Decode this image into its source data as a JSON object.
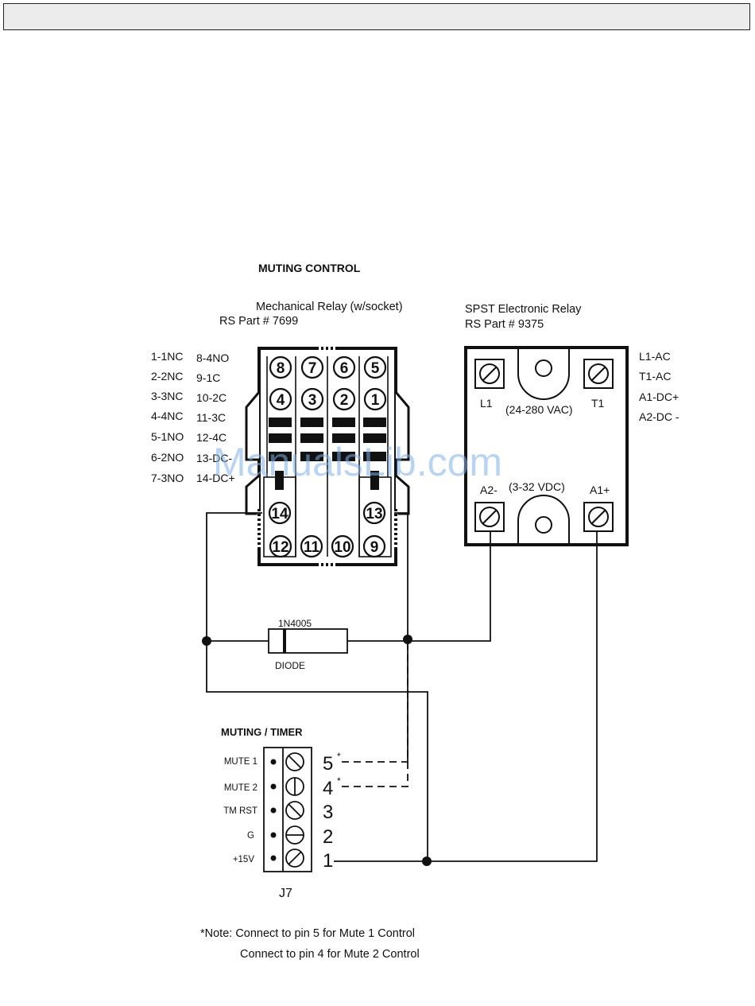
{
  "header": {
    "title": ""
  },
  "diagram": {
    "title": "MUTING CONTROL",
    "mech_relay": {
      "name": "Mechanical Relay (w/socket)",
      "part": "RS Part # 7699",
      "top_pins": [
        "8",
        "7",
        "6",
        "5"
      ],
      "mid_pins": [
        "4",
        "3",
        "2",
        "1"
      ],
      "coil_pins": [
        "14",
        "13"
      ],
      "bottom_pins": [
        "12",
        "11",
        "10",
        "9"
      ]
    },
    "pin_legend": {
      "left": [
        "1-1NC",
        "2-2NC",
        "3-3NC",
        "4-4NC",
        "5-1NO",
        "6-2NO",
        "7-3NO"
      ],
      "right": [
        "8-4NO",
        "9-1C",
        "10-2C",
        "11-3C",
        "12-4C",
        "13-DC-",
        "14-DC+"
      ]
    },
    "ssr": {
      "name": "SPST Electronic Relay",
      "part": "RS Part # 9375",
      "l1": "L1",
      "t1": "T1",
      "ac_range": "(24-280 VAC)",
      "a2": "A2-",
      "a1": "A1+",
      "dc_range": "(3-32  VDC)",
      "legend": [
        "L1-AC",
        "T1-AC",
        "A1-DC+",
        "A2-DC -"
      ]
    },
    "diode": {
      "part": "1N4005",
      "label": "DIODE"
    },
    "j7": {
      "title": "MUTING / TIMER",
      "connector": "J7",
      "terminals": [
        {
          "label": "MUTE 1",
          "num": "5",
          "star": "*"
        },
        {
          "label": "MUTE 2",
          "num": "4",
          "star": "*"
        },
        {
          "label": "TM RST",
          "num": "3",
          "star": ""
        },
        {
          "label": "G",
          "num": "2",
          "star": ""
        },
        {
          "label": "+15V",
          "num": "1",
          "star": ""
        }
      ]
    },
    "note": {
      "line1": "*Note: Connect to pin 5 for Mute 1 Control",
      "line2": "Connect to pin 4 for Mute 2 Control"
    },
    "watermark": "ManualsLib.com"
  }
}
